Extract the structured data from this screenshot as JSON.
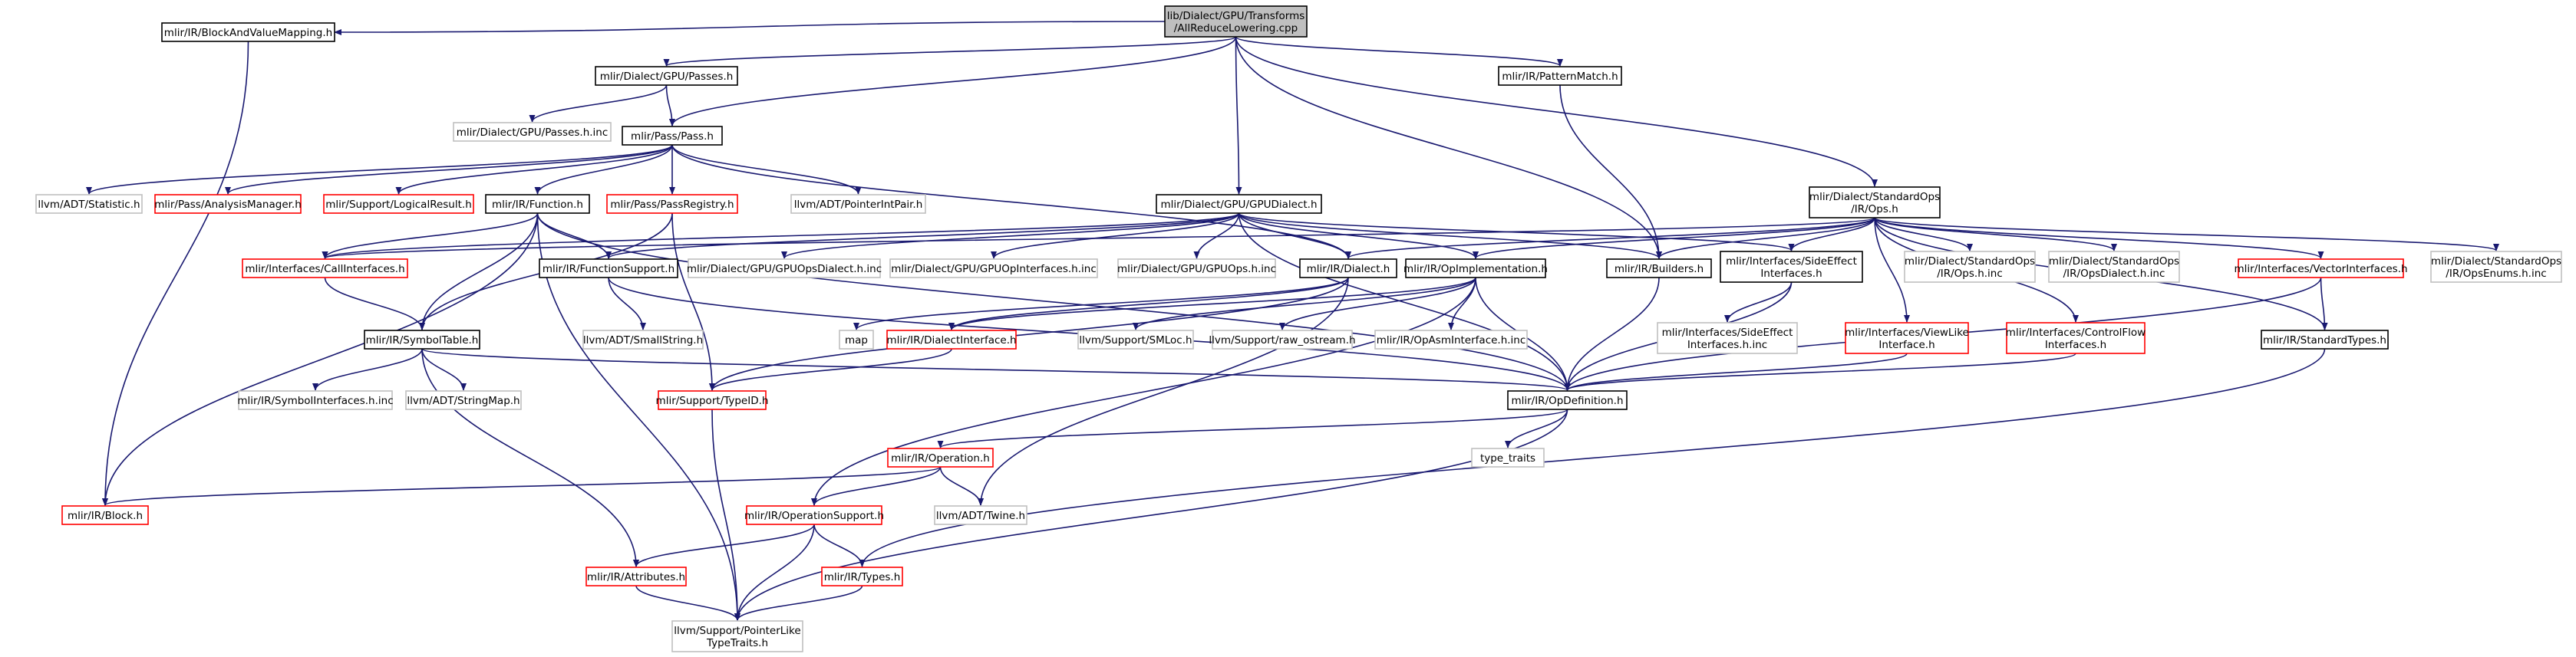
{
  "colors": {
    "root_fill": "#bfbfbf",
    "box_fill": "#ffffff",
    "black_border": "#000000",
    "red_border": "#ff0000",
    "grey_border": "#bfbfbf",
    "edge": "#191970"
  },
  "nodes": [
    {
      "id": "root",
      "lines": [
        "lib/Dialect/GPU/Transforms",
        "/AllReduceLowering.cpp"
      ],
      "style": "root"
    },
    {
      "id": "bavm",
      "lines": [
        "mlir/IR/BlockAndValueMapping.h"
      ],
      "style": "black"
    },
    {
      "id": "gpupasses",
      "lines": [
        "mlir/Dialect/GPU/Passes.h"
      ],
      "style": "black"
    },
    {
      "id": "patternmatch",
      "lines": [
        "mlir/IR/PatternMatch.h"
      ],
      "style": "black"
    },
    {
      "id": "gpupassesinc",
      "lines": [
        "mlir/Dialect/GPU/Passes.h.inc"
      ],
      "style": "grey"
    },
    {
      "id": "passh",
      "lines": [
        "mlir/Pass/Pass.h"
      ],
      "style": "black"
    },
    {
      "id": "statistic",
      "lines": [
        "llvm/ADT/Statistic.h"
      ],
      "style": "grey"
    },
    {
      "id": "analysismgr",
      "lines": [
        "mlir/Pass/AnalysisManager.h"
      ],
      "style": "red"
    },
    {
      "id": "logicalresult",
      "lines": [
        "mlir/Support/LogicalResult.h"
      ],
      "style": "red"
    },
    {
      "id": "function",
      "lines": [
        "mlir/IR/Function.h"
      ],
      "style": "black"
    },
    {
      "id": "passregistry",
      "lines": [
        "mlir/Pass/PassRegistry.h"
      ],
      "style": "red"
    },
    {
      "id": "pointerintpair",
      "lines": [
        "llvm/ADT/PointerIntPair.h"
      ],
      "style": "grey"
    },
    {
      "id": "gpudialect",
      "lines": [
        "mlir/Dialect/GPU/GPUDialect.h"
      ],
      "style": "black"
    },
    {
      "id": "stdops",
      "lines": [
        "mlir/Dialect/StandardOps",
        "/IR/Ops.h"
      ],
      "style": "black"
    },
    {
      "id": "callinterfaces",
      "lines": [
        "mlir/Interfaces/CallInterfaces.h"
      ],
      "style": "red"
    },
    {
      "id": "functionsupport",
      "lines": [
        "mlir/IR/FunctionSupport.h"
      ],
      "style": "black"
    },
    {
      "id": "gpuopsdialectinc",
      "lines": [
        "mlir/Dialect/GPU/GPUOpsDialect.h.inc"
      ],
      "style": "grey"
    },
    {
      "id": "gpuopinterfacesinc",
      "lines": [
        "mlir/Dialect/GPU/GPUOpInterfaces.h.inc"
      ],
      "style": "grey"
    },
    {
      "id": "gpuopshinc",
      "lines": [
        "mlir/Dialect/GPU/GPUOps.h.inc"
      ],
      "style": "grey"
    },
    {
      "id": "dialecth",
      "lines": [
        "mlir/IR/Dialect.h"
      ],
      "style": "black"
    },
    {
      "id": "opimpl",
      "lines": [
        "mlir/IR/OpImplementation.h"
      ],
      "style": "black"
    },
    {
      "id": "builders",
      "lines": [
        "mlir/IR/Builders.h"
      ],
      "style": "black"
    },
    {
      "id": "sideeffect",
      "lines": [
        "mlir/Interfaces/SideEffect",
        "Interfaces.h"
      ],
      "style": "black"
    },
    {
      "id": "stdopsinc",
      "lines": [
        "mlir/Dialect/StandardOps",
        "/IR/Ops.h.inc"
      ],
      "style": "grey"
    },
    {
      "id": "opsdialectinc",
      "lines": [
        "mlir/Dialect/StandardOps",
        "/IR/OpsDialect.h.inc"
      ],
      "style": "grey"
    },
    {
      "id": "vectorinterfaces",
      "lines": [
        "mlir/Interfaces/VectorInterfaces.h"
      ],
      "style": "red"
    },
    {
      "id": "opsenumsinc",
      "lines": [
        "mlir/Dialect/StandardOps",
        "/IR/OpsEnums.h.inc"
      ],
      "style": "grey"
    },
    {
      "id": "smallstring",
      "lines": [
        "llvm/ADT/SmallString.h"
      ],
      "style": "grey"
    },
    {
      "id": "map",
      "lines": [
        "map"
      ],
      "style": "grey"
    },
    {
      "id": "dialectinterface",
      "lines": [
        "mlir/IR/DialectInterface.h"
      ],
      "style": "red"
    },
    {
      "id": "smloc",
      "lines": [
        "llvm/Support/SMLoc.h"
      ],
      "style": "grey"
    },
    {
      "id": "rawostream",
      "lines": [
        "llvm/Support/raw_ostream.h"
      ],
      "style": "grey"
    },
    {
      "id": "opasminc",
      "lines": [
        "mlir/IR/OpAsmInterface.h.inc"
      ],
      "style": "grey"
    },
    {
      "id": "sideeffectinc",
      "lines": [
        "mlir/Interfaces/SideEffect",
        "Interfaces.h.inc"
      ],
      "style": "grey"
    },
    {
      "id": "viewlike",
      "lines": [
        "mlir/Interfaces/ViewLike",
        "Interface.h"
      ],
      "style": "red"
    },
    {
      "id": "controlflow",
      "lines": [
        "mlir/Interfaces/ControlFlow",
        "Interfaces.h"
      ],
      "style": "red"
    },
    {
      "id": "standardtypes",
      "lines": [
        "mlir/IR/StandardTypes.h"
      ],
      "style": "black"
    },
    {
      "id": "symboltable",
      "lines": [
        "mlir/IR/SymbolTable.h"
      ],
      "style": "black"
    },
    {
      "id": "symbolinterfacesinc",
      "lines": [
        "mlir/IR/SymbolInterfaces.h.inc"
      ],
      "style": "grey"
    },
    {
      "id": "stringmap",
      "lines": [
        "llvm/ADT/StringMap.h"
      ],
      "style": "grey"
    },
    {
      "id": "typeid",
      "lines": [
        "mlir/Support/TypeID.h"
      ],
      "style": "red"
    },
    {
      "id": "opdefinition",
      "lines": [
        "mlir/IR/OpDefinition.h"
      ],
      "style": "black"
    },
    {
      "id": "typetraits",
      "lines": [
        "type_traits"
      ],
      "style": "grey"
    },
    {
      "id": "operation",
      "lines": [
        "mlir/IR/Operation.h"
      ],
      "style": "red"
    },
    {
      "id": "block",
      "lines": [
        "mlir/IR/Block.h"
      ],
      "style": "red"
    },
    {
      "id": "operationsupport",
      "lines": [
        "mlir/IR/OperationSupport.h"
      ],
      "style": "red"
    },
    {
      "id": "twine",
      "lines": [
        "llvm/ADT/Twine.h"
      ],
      "style": "grey"
    },
    {
      "id": "attributes",
      "lines": [
        "mlir/IR/Attributes.h"
      ],
      "style": "red"
    },
    {
      "id": "types",
      "lines": [
        "mlir/IR/Types.h"
      ],
      "style": "red"
    },
    {
      "id": "pointerlike",
      "lines": [
        "llvm/Support/PointerLike",
        "TypeTraits.h"
      ],
      "style": "grey"
    }
  ],
  "edges": [
    [
      "root",
      "bavm"
    ],
    [
      "root",
      "gpupasses"
    ],
    [
      "root",
      "passh"
    ],
    [
      "root",
      "gpudialect"
    ],
    [
      "root",
      "patternmatch"
    ],
    [
      "root",
      "builders"
    ],
    [
      "root",
      "stdops"
    ],
    [
      "bavm",
      "block"
    ],
    [
      "gpupasses",
      "gpupassesinc"
    ],
    [
      "gpupasses",
      "passh"
    ],
    [
      "patternmatch",
      "builders"
    ],
    [
      "passh",
      "statistic"
    ],
    [
      "passh",
      "analysismgr"
    ],
    [
      "passh",
      "logicalresult"
    ],
    [
      "passh",
      "function"
    ],
    [
      "passh",
      "passregistry"
    ],
    [
      "passh",
      "pointerintpair"
    ],
    [
      "passh",
      "dialecth"
    ],
    [
      "function",
      "callinterfaces"
    ],
    [
      "function",
      "functionsupport"
    ],
    [
      "function",
      "symboltable"
    ],
    [
      "function",
      "block"
    ],
    [
      "function",
      "opdefinition"
    ],
    [
      "function",
      "pointerlike"
    ],
    [
      "passregistry",
      "symboltable"
    ],
    [
      "passregistry",
      "typeid"
    ],
    [
      "gpudialect",
      "callinterfaces"
    ],
    [
      "gpudialect",
      "functionsupport"
    ],
    [
      "gpudialect",
      "gpuopsdialectinc"
    ],
    [
      "gpudialect",
      "gpuopinterfacesinc"
    ],
    [
      "gpudialect",
      "gpuopshinc"
    ],
    [
      "gpudialect",
      "dialecth"
    ],
    [
      "gpudialect",
      "opimpl"
    ],
    [
      "gpudialect",
      "builders"
    ],
    [
      "gpudialect",
      "sideeffect"
    ],
    [
      "gpudialect",
      "opdefinition"
    ],
    [
      "stdops",
      "dialecth"
    ],
    [
      "stdops",
      "opimpl"
    ],
    [
      "stdops",
      "builders"
    ],
    [
      "stdops",
      "sideeffect"
    ],
    [
      "stdops",
      "stdopsinc"
    ],
    [
      "stdops",
      "opsdialectinc"
    ],
    [
      "stdops",
      "vectorinterfaces"
    ],
    [
      "stdops",
      "opsenumsinc"
    ],
    [
      "stdops",
      "viewlike"
    ],
    [
      "stdops",
      "controlflow"
    ],
    [
      "stdops",
      "standardtypes"
    ],
    [
      "stdops",
      "callinterfaces"
    ],
    [
      "callinterfaces",
      "symboltable"
    ],
    [
      "functionsupport",
      "smallstring"
    ],
    [
      "functionsupport",
      "opdefinition"
    ],
    [
      "dialecth",
      "map"
    ],
    [
      "dialecth",
      "dialectinterface"
    ],
    [
      "dialecth",
      "typeid"
    ],
    [
      "dialecth",
      "twine"
    ],
    [
      "opimpl",
      "smloc"
    ],
    [
      "opimpl",
      "rawostream"
    ],
    [
      "opimpl",
      "opasminc"
    ],
    [
      "opimpl",
      "opdefinition"
    ],
    [
      "opimpl",
      "operationsupport"
    ],
    [
      "opimpl",
      "dialectinterface"
    ],
    [
      "builders",
      "opdefinition"
    ],
    [
      "sideeffect",
      "sideeffectinc"
    ],
    [
      "sideeffect",
      "opdefinition"
    ],
    [
      "vectorinterfaces",
      "standardtypes"
    ],
    [
      "vectorinterfaces",
      "opdefinition"
    ],
    [
      "viewlike",
      "opdefinition"
    ],
    [
      "controlflow",
      "opdefinition"
    ],
    [
      "standardtypes",
      "types"
    ],
    [
      "symboltable",
      "symbolinterfacesinc"
    ],
    [
      "symboltable",
      "stringmap"
    ],
    [
      "symboltable",
      "opdefinition"
    ],
    [
      "symboltable",
      "attributes"
    ],
    [
      "dialectinterface",
      "typeid"
    ],
    [
      "typeid",
      "pointerlike"
    ],
    [
      "opdefinition",
      "typetraits"
    ],
    [
      "opdefinition",
      "operation"
    ],
    [
      "opdefinition",
      "pointerlike"
    ],
    [
      "operation",
      "block"
    ],
    [
      "operation",
      "operationsupport"
    ],
    [
      "operation",
      "twine"
    ],
    [
      "operationsupport",
      "attributes"
    ],
    [
      "operationsupport",
      "types"
    ],
    [
      "operationsupport",
      "pointerlike"
    ],
    [
      "attributes",
      "pointerlike"
    ],
    [
      "types",
      "pointerlike"
    ]
  ]
}
